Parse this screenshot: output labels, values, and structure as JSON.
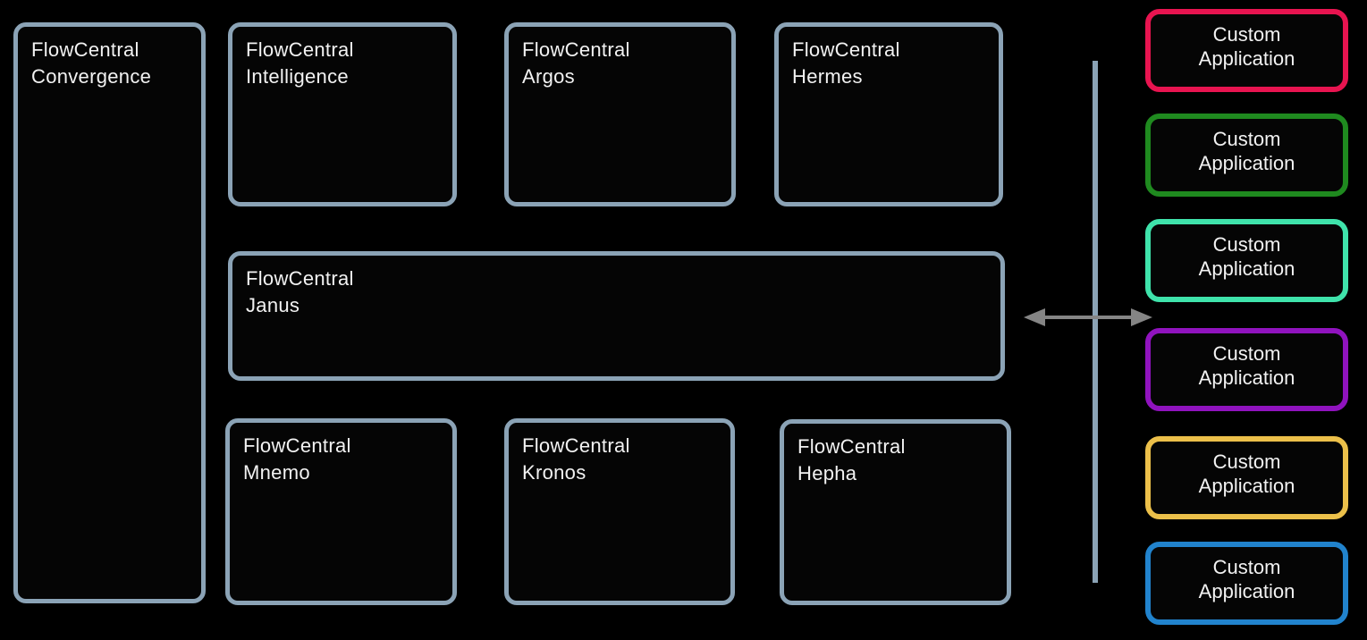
{
  "diagram": {
    "background_color": "#000000",
    "module_border_color": "#8ba3b6",
    "divider_color": "#8ba3b6",
    "arrow_color": "#858585",
    "text_color": "#f2f2f2",
    "modules": [
      {
        "id": "convergence",
        "label": "FlowCentral\nConvergence"
      },
      {
        "id": "intelligence",
        "label": "FlowCentral\nIntelligence"
      },
      {
        "id": "argos",
        "label": "FlowCentral\nArgos"
      },
      {
        "id": "hermes",
        "label": "FlowCentral\nHermes"
      },
      {
        "id": "janus",
        "label": "FlowCentral\nJanus"
      },
      {
        "id": "mnemo",
        "label": "FlowCentral\nMnemo"
      },
      {
        "id": "kronos",
        "label": "FlowCentral\nKronos"
      },
      {
        "id": "hepha",
        "label": "FlowCentral\nHepha"
      }
    ],
    "custom_applications": [
      {
        "label": "Custom\nApplication",
        "border_color": "#e81450"
      },
      {
        "label": "Custom\nApplication",
        "border_color": "#1f8a1f"
      },
      {
        "label": "Custom\nApplication",
        "border_color": "#3fe3ab"
      },
      {
        "label": "Custom\nApplication",
        "border_color": "#9013be"
      },
      {
        "label": "Custom\nApplication",
        "border_color": "#ecc04a"
      },
      {
        "label": "Custom\nApplication",
        "border_color": "#2183cd"
      }
    ]
  }
}
